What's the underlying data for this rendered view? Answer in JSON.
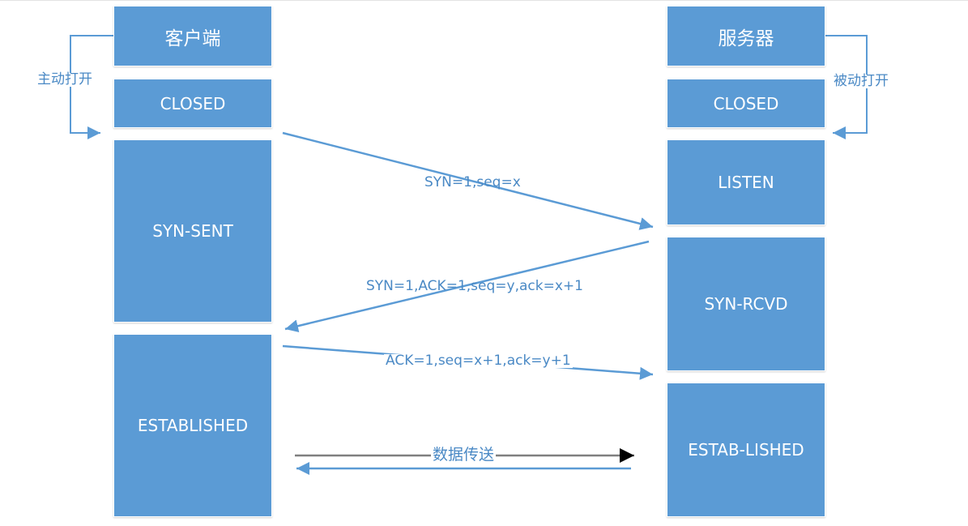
{
  "client": {
    "header": "客户端",
    "states": [
      "CLOSED",
      "SYN-SENT",
      "ESTABLISHED"
    ],
    "open_label": "主动打开"
  },
  "server": {
    "header": "服务器",
    "states": [
      "CLOSED",
      "LISTEN",
      "SYN-RCVD",
      "ESTAB-LISHED"
    ],
    "open_label": "被动打开"
  },
  "messages": {
    "syn": "SYN=1,seq=x",
    "syn_ack": "SYN=1,ACK=1,seq=y,ack=x+1",
    "ack": "ACK=1,seq=x+1,ack=y+1",
    "data_transfer": "数据传送"
  },
  "colors": {
    "box_fill": "#5b9bd5",
    "arrow_blue": "#5b9bd5",
    "label_blue": "#4a89c5",
    "arrow_dark": "#7f7f7f"
  }
}
